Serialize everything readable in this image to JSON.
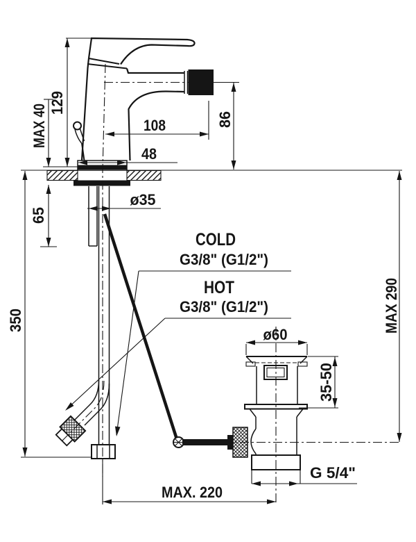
{
  "colors": {
    "ink": "#151515",
    "background": "#ffffff"
  },
  "faucet_dims": {
    "max_height": "MAX 40",
    "total_height": "129",
    "spout_reach": "108",
    "spout_height": "86",
    "base_width": "48",
    "hole_diameter": "ø35",
    "shank_depth": "65",
    "hose_drop": "350"
  },
  "supply": {
    "cold_label": "COLD",
    "cold_thread": "G3/8\" (G1/2\")",
    "hot_label": "HOT",
    "hot_thread": "G3/8\" (G1/2\")"
  },
  "drain_dims": {
    "flange_diameter": "ø60",
    "deck_thickness_range": "35-50",
    "max_depth": "MAX 290",
    "outlet_thread": "G 5/4\"",
    "max_offset": "MAX. 220"
  }
}
